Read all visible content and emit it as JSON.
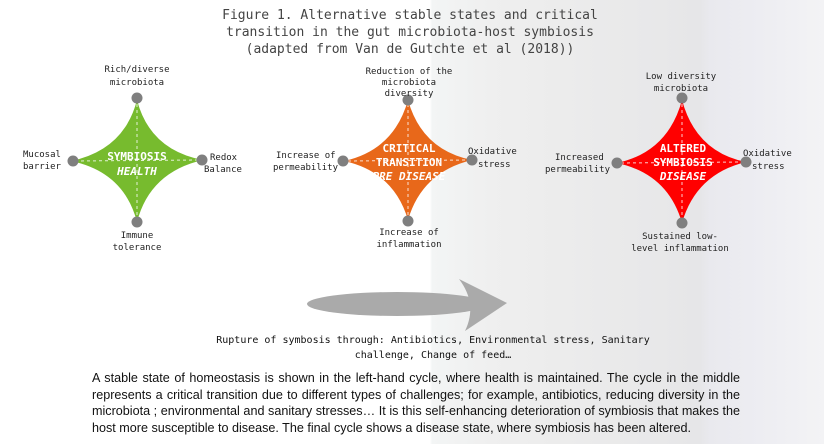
{
  "title_lines": [
    "Figure 1. Alternative stable states and critical",
    "transition in the gut microbiota-host symbiosis",
    "(adapted from Van de Gutchte et al (2018))"
  ],
  "colors": {
    "health": "#77bb2e",
    "transition": "#e8681a",
    "disease": "#ff0000",
    "node": "#7f7f7f",
    "arrow": "#aaaaaa"
  },
  "states": [
    {
      "name_lines": [
        "SYMBIOSIS",
        "HEALTH"
      ],
      "top": [
        "Rich/diverse",
        "microbiota"
      ],
      "left": [
        "Mucosal",
        "barrier"
      ],
      "right": [
        "Redox",
        "Balance"
      ],
      "bottom": [
        "Immune",
        "tolerance"
      ]
    },
    {
      "name_lines": [
        "CRITICAL",
        "TRANSITION",
        "PRE DISEASE"
      ],
      "top": [
        "Reduction of the",
        "microbiota",
        "diversity"
      ],
      "left": [
        "Increase of",
        "permeability"
      ],
      "right": [
        "Oxidative",
        "stress"
      ],
      "bottom": [
        "Increase of",
        "inflammation"
      ]
    },
    {
      "name_lines": [
        "ALTERED",
        "SYMBIOSIS",
        "DISEASE"
      ],
      "top": [
        "Low diversity",
        "microbiota"
      ],
      "left": [
        "Increased",
        "permeability"
      ],
      "right": [
        "Oxidative",
        "stress"
      ],
      "bottom": [
        "Sustained low-",
        "level inflammation"
      ]
    }
  ],
  "caption_lines": [
    "Rupture of symbosis through: Antibiotics, Environmental stress, Sanitary",
    "challenge, Change of feed…"
  ],
  "paragraph": "A stable state of homeostasis is shown in the left-hand cycle, where health is maintained. The cycle in the middle represents a critical transition due to different types of challenges; for example, antibiotics, reducing diversity in the microbiota ; environmental and sanitary stresses… It is this self-enhancing deterioration of symbiosis that makes the host more susceptible to disease. The final cycle shows a disease state, where symbiosis has been altered."
}
